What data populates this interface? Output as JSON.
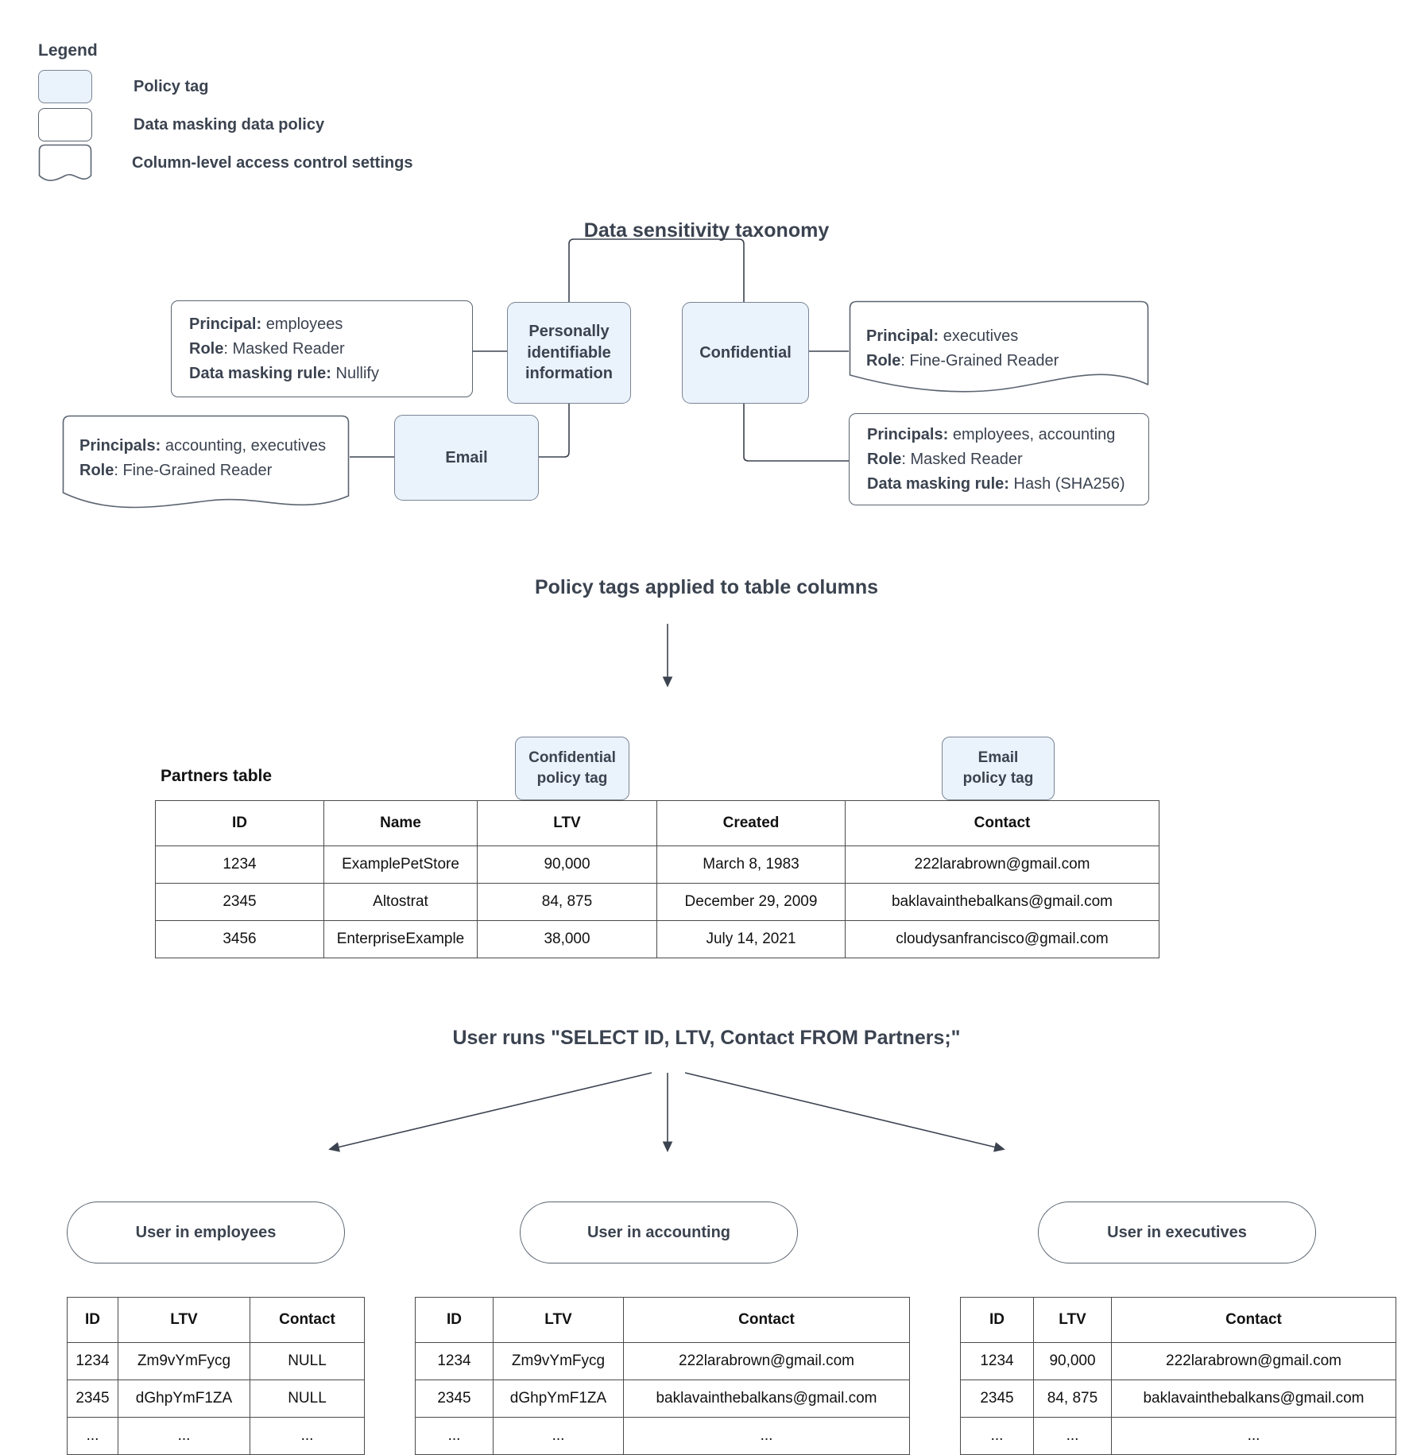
{
  "legend": {
    "title": "Legend",
    "items": [
      {
        "label": "Policy tag",
        "shape": "rounded-rect-filled"
      },
      {
        "label": "Data masking data policy",
        "shape": "rounded-rect"
      },
      {
        "label": "Column-level access control settings",
        "shape": "wavy-document"
      }
    ]
  },
  "taxonomy": {
    "title": "Data sensitivity taxonomy",
    "tags": {
      "pii": "Personally identifiable information",
      "confidential": "Confidential",
      "email": "Email"
    },
    "policies": {
      "pii_masking": {
        "line1_label": "Principal:",
        "line1_value": " employees",
        "line2_label": "Role",
        "line2_value": ": Masked Reader",
        "line3_label": "Data masking rule:",
        "line3_value": " Nullify"
      },
      "email_access": {
        "line1_label": "Principals:",
        "line1_value": " accounting, executives",
        "line2_label": "Role",
        "line2_value": ": Fine-Grained Reader"
      },
      "confidential_access": {
        "line1_label": "Principal:",
        "line1_value": " executives",
        "line2_label": "Role",
        "line2_value": ": Fine-Grained Reader"
      },
      "confidential_masking": {
        "line1_label": "Principals:",
        "line1_value": " employees, accounting",
        "line2_label": "Role",
        "line2_value": ": Masked Reader",
        "line3_label": "Data masking rule:",
        "line3_value": " Hash (SHA256)"
      }
    }
  },
  "applied": {
    "title": "Policy tags applied to table columns",
    "table_label": "Partners table",
    "tag_confidential": "Confidential\npolicy tag",
    "tag_confidential_l1": "Confidential",
    "tag_confidential_l2": "policy tag",
    "tag_email_l1": "Email",
    "tag_email_l2": "policy tag",
    "columns": [
      "ID",
      "Name",
      "LTV",
      "Created",
      "Contact"
    ],
    "rows": [
      [
        "1234",
        "ExamplePetStore",
        "90,000",
        "March 8, 1983",
        "222larabrown@gmail.com"
      ],
      [
        "2345",
        "Altostrat",
        "84, 875",
        "December 29, 2009",
        "baklavainthebalkans@gmail.com"
      ],
      [
        "3456",
        "EnterpriseExample",
        "38,000",
        "July 14, 2021",
        "cloudysanfrancisco@gmail.com"
      ]
    ]
  },
  "query": {
    "title": "User runs \"SELECT ID, LTV, Contact FROM Partners;\""
  },
  "results": [
    {
      "pill": "User in employees",
      "columns": [
        "ID",
        "LTV",
        "Contact"
      ],
      "rows": [
        [
          "1234",
          "Zm9vYmFycg",
          "NULL"
        ],
        [
          "2345",
          "dGhpYmF1ZA",
          "NULL"
        ],
        [
          "...",
          "...",
          "..."
        ]
      ]
    },
    {
      "pill": "User in accounting",
      "columns": [
        "ID",
        "LTV",
        "Contact"
      ],
      "rows": [
        [
          "1234",
          "Zm9vYmFycg",
          "222larabrown@gmail.com"
        ],
        [
          "2345",
          "dGhpYmF1ZA",
          "baklavainthebalkans@gmail.com"
        ],
        [
          "...",
          "...",
          "..."
        ]
      ]
    },
    {
      "pill": "User in executives",
      "columns": [
        "ID",
        "LTV",
        "Contact"
      ],
      "rows": [
        [
          "1234",
          "90,000",
          "222larabrown@gmail.com"
        ],
        [
          "2345",
          "84, 875",
          "baklavainthebalkans@gmail.com"
        ],
        [
          "...",
          "...",
          "..."
        ]
      ]
    }
  ],
  "colors": {
    "policy_tag_fill": "#eaf2fc",
    "policy_tag_border": "#7a8594",
    "box_border": "#5a6470",
    "text": "#3b4350",
    "table_border": "#4b4b4b",
    "table_text": "#111111"
  }
}
